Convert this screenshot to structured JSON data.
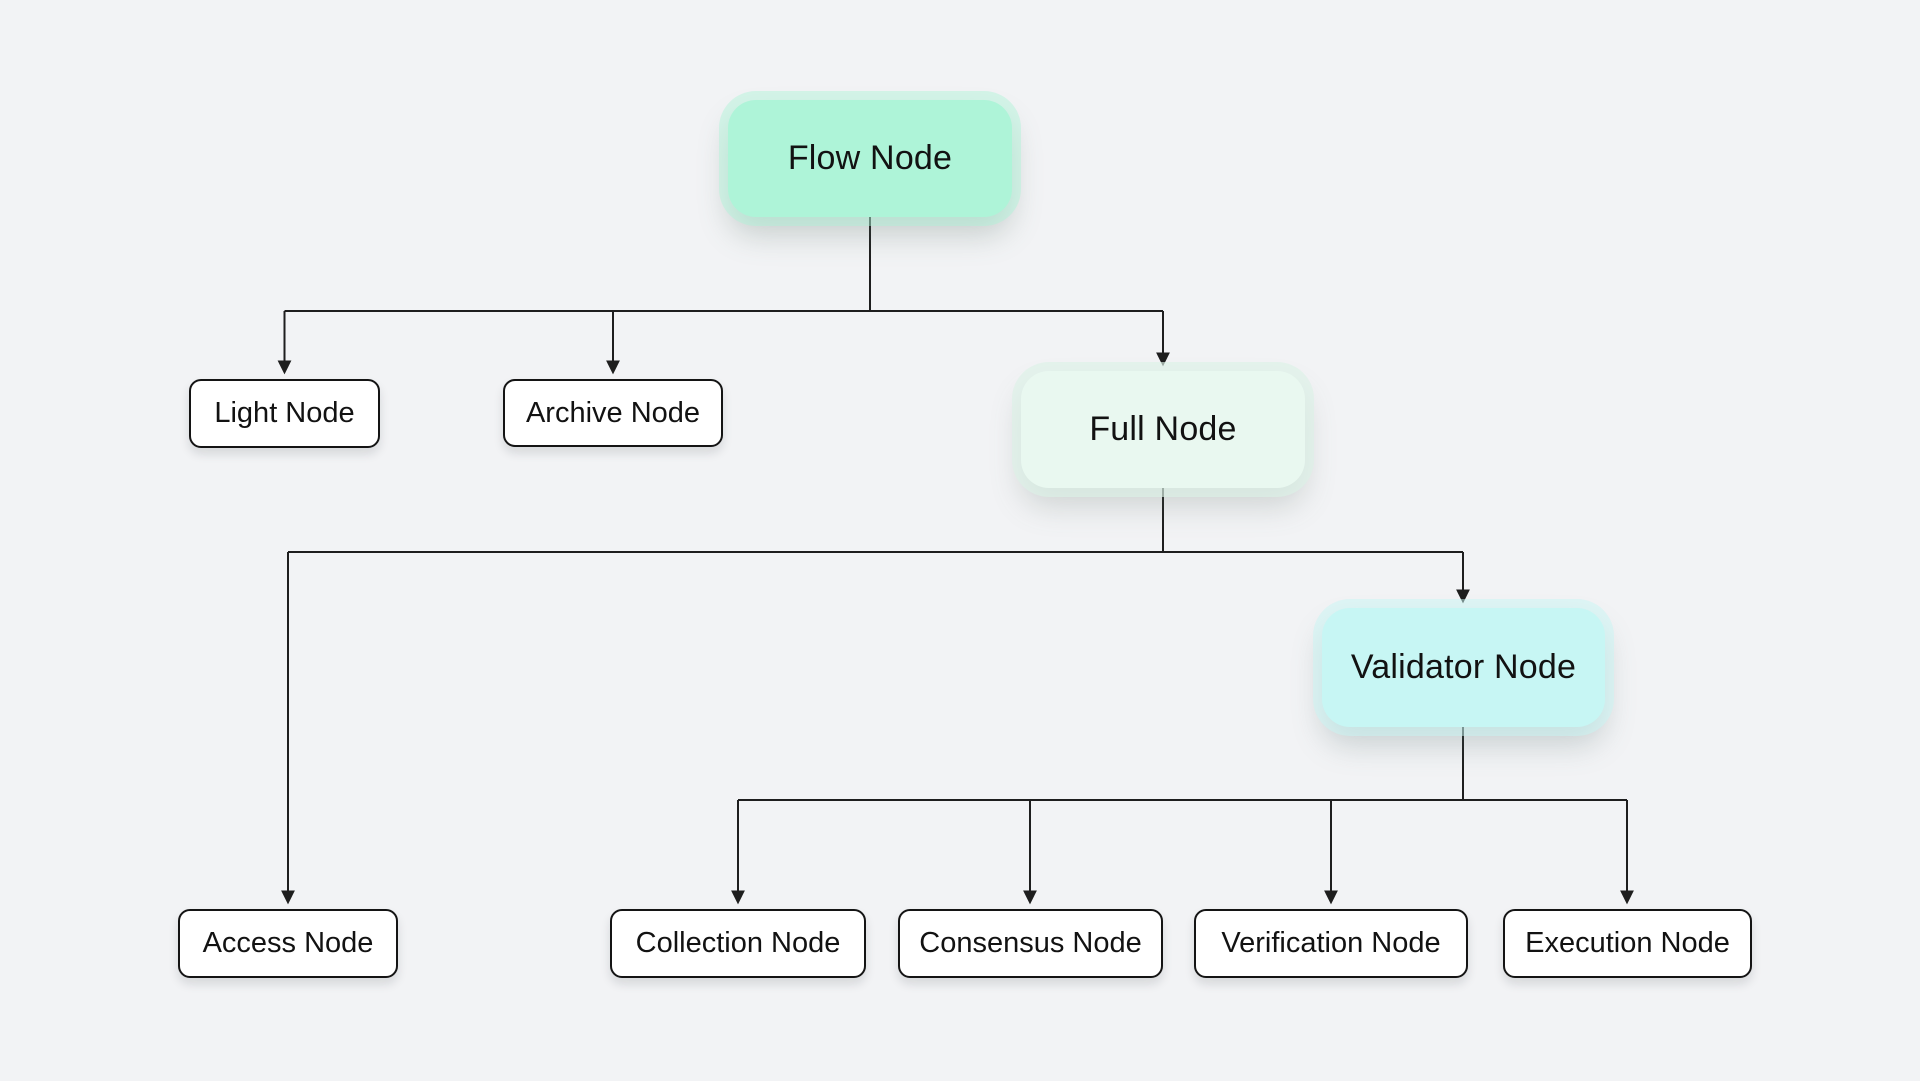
{
  "diagram": {
    "background_color": "#f2f3f5",
    "line_color": "#1e1e1e",
    "text_color": "#121212",
    "nodes": {
      "flow": {
        "label": "Flow Node",
        "fill": "#aef4d8",
        "style": "highlight-mint"
      },
      "light": {
        "label": "Light Node",
        "fill": "#ffffff",
        "style": "plain"
      },
      "archive": {
        "label": "Archive Node",
        "fill": "#ffffff",
        "style": "plain"
      },
      "full": {
        "label": "Full Node",
        "fill": "#e9f8f0",
        "style": "highlight-pale-green"
      },
      "validator": {
        "label": "Validator Node",
        "fill": "#c7f6f4",
        "style": "highlight-cyan"
      },
      "access": {
        "label": "Access Node",
        "fill": "#ffffff",
        "style": "plain"
      },
      "collection": {
        "label": "Collection Node",
        "fill": "#ffffff",
        "style": "plain"
      },
      "consensus": {
        "label": "Consensus Node",
        "fill": "#ffffff",
        "style": "plain"
      },
      "verification": {
        "label": "Verification Node",
        "fill": "#ffffff",
        "style": "plain"
      },
      "execution": {
        "label": "Execution Node",
        "fill": "#ffffff",
        "style": "plain"
      }
    },
    "edges": [
      {
        "from": "Flow Node",
        "to": "Light Node"
      },
      {
        "from": "Flow Node",
        "to": "Archive Node"
      },
      {
        "from": "Flow Node",
        "to": "Full Node"
      },
      {
        "from": "Full Node",
        "to": "Access Node"
      },
      {
        "from": "Full Node",
        "to": "Validator Node"
      },
      {
        "from": "Validator Node",
        "to": "Collection Node"
      },
      {
        "from": "Validator Node",
        "to": "Consensus Node"
      },
      {
        "from": "Validator Node",
        "to": "Verification Node"
      },
      {
        "from": "Validator Node",
        "to": "Execution Node"
      }
    ]
  }
}
